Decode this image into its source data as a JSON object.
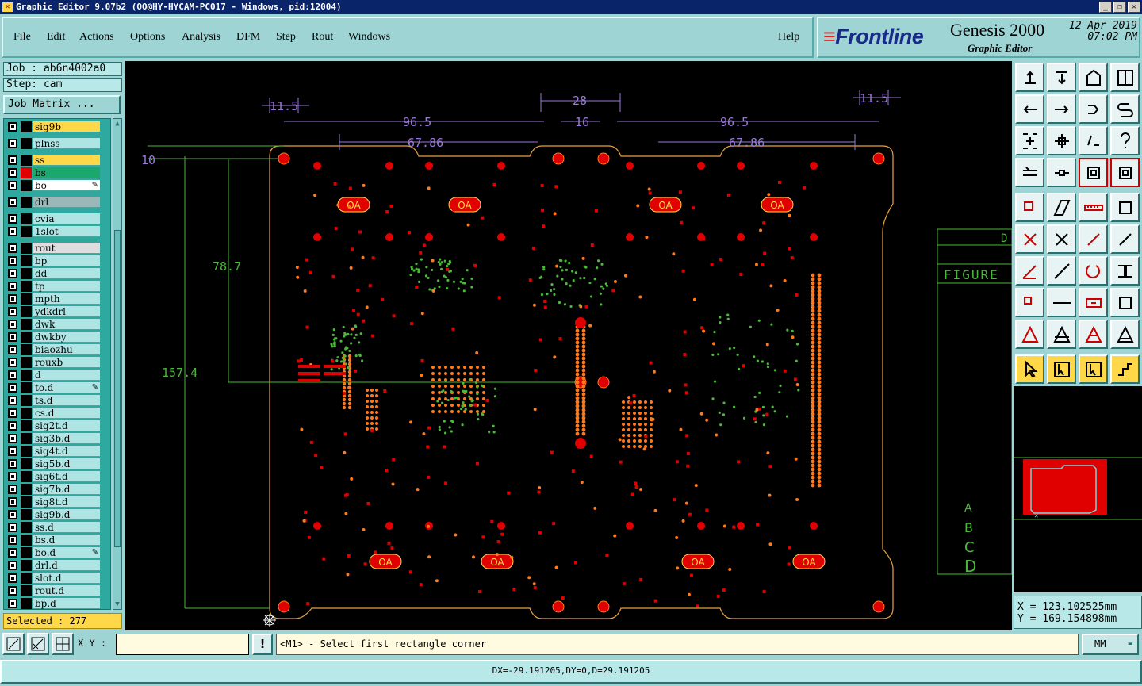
{
  "window": {
    "title": "Graphic Editor 9.07b2 (OO@HY-HYCAM-PC017 - Windows, pid:12004)"
  },
  "menu": [
    {
      "label": "File"
    },
    {
      "label": "Edit"
    },
    {
      "label": "Actions"
    },
    {
      "label": "Options"
    },
    {
      "label": "Analysis"
    },
    {
      "label": "DFM"
    },
    {
      "label": "Step"
    },
    {
      "label": "Rout"
    },
    {
      "label": "Windows"
    },
    {
      "label": "Help"
    }
  ],
  "brand": {
    "logo": "Frontline",
    "product": "Genesis 2000",
    "subtitle": "Graphic Editor",
    "date": "12 Apr 2019",
    "time": "07:02 PM"
  },
  "job": {
    "job_label": "Job : ab6n4002a0",
    "step_label": "Step: cam",
    "matrix_button": "Job Matrix ..."
  },
  "layers": [
    {
      "name": "sig9b",
      "color": "#000000",
      "highlight": "#ffd84a"
    },
    {
      "name": "plnss",
      "color": "#000000",
      "highlight": ""
    },
    {
      "name": "ss",
      "color": "#000000",
      "highlight": "#ffd84a"
    },
    {
      "name": "bs",
      "color": "#e00000",
      "highlight": "#1aa86c"
    },
    {
      "name": "bo",
      "color": "#000000",
      "highlight": "#ffffff",
      "mark": "✎"
    },
    {
      "name": "drl",
      "color": "#000000",
      "highlight": "#9ab8b8"
    },
    {
      "name": "cvia",
      "color": "#000000",
      "highlight": ""
    },
    {
      "name": "1slot",
      "color": "#000000",
      "highlight": ""
    },
    {
      "name": "rout",
      "color": "#000000",
      "highlight": "#dedede"
    },
    {
      "name": "bp",
      "color": "#000000",
      "highlight": ""
    },
    {
      "name": "dd",
      "color": "#000000",
      "highlight": ""
    },
    {
      "name": "tp",
      "color": "#000000",
      "highlight": ""
    },
    {
      "name": "mpth",
      "color": "#000000",
      "highlight": ""
    },
    {
      "name": "ydkdrl",
      "color": "#000000",
      "highlight": ""
    },
    {
      "name": "dwk",
      "color": "#000000",
      "highlight": ""
    },
    {
      "name": "dwkby",
      "color": "#000000",
      "highlight": ""
    },
    {
      "name": "biaozhu",
      "color": "#000000",
      "highlight": ""
    },
    {
      "name": "rouxb",
      "color": "#000000",
      "highlight": ""
    },
    {
      "name": "d",
      "color": "#000000",
      "highlight": ""
    },
    {
      "name": "to.d",
      "color": "#000000",
      "highlight": "",
      "mark": "✎"
    },
    {
      "name": "ts.d",
      "color": "#000000",
      "highlight": ""
    },
    {
      "name": "cs.d",
      "color": "#000000",
      "highlight": ""
    },
    {
      "name": "sig2t.d",
      "color": "#000000",
      "highlight": ""
    },
    {
      "name": "sig3b.d",
      "color": "#000000",
      "highlight": ""
    },
    {
      "name": "sig4t.d",
      "color": "#000000",
      "highlight": ""
    },
    {
      "name": "sig5b.d",
      "color": "#000000",
      "highlight": ""
    },
    {
      "name": "sig6t.d",
      "color": "#000000",
      "highlight": ""
    },
    {
      "name": "sig7b.d",
      "color": "#000000",
      "highlight": ""
    },
    {
      "name": "sig8t.d",
      "color": "#000000",
      "highlight": ""
    },
    {
      "name": "sig9b.d",
      "color": "#000000",
      "highlight": ""
    },
    {
      "name": "ss.d",
      "color": "#000000",
      "highlight": ""
    },
    {
      "name": "bs.d",
      "color": "#000000",
      "highlight": ""
    },
    {
      "name": "bo.d",
      "color": "#000000",
      "highlight": "",
      "mark": "✎"
    },
    {
      "name": "drl.d",
      "color": "#000000",
      "highlight": ""
    },
    {
      "name": "slot.d",
      "color": "#000000",
      "highlight": ""
    },
    {
      "name": "rout.d",
      "color": "#000000",
      "highlight": ""
    },
    {
      "name": "bp.d",
      "color": "#000000",
      "highlight": ""
    }
  ],
  "selected": "Selected : 277",
  "dimensions": {
    "top_left": "11.5",
    "top_right": "11.5",
    "center": "28",
    "left_span": "96.5",
    "right_span": "96.5",
    "mid_gap": "16",
    "left_inner": "67.86",
    "right_inner": "67.86",
    "left_small": "10",
    "vertical_inner": "78.7",
    "vertical_outer": "157.4"
  },
  "figure_table": {
    "header_top": "D",
    "header": "FIGURE",
    "rows": [
      "A",
      "B",
      "C",
      "D"
    ]
  },
  "pads": {
    "label": "OA"
  },
  "coords": {
    "x": "X = 123.102525mm",
    "y": "Y = 169.154898mm"
  },
  "input": {
    "xy_label": "X Y :",
    "xy_value": "",
    "bang": "!",
    "prompt": "<M1> - Select first rectangle corner",
    "units": "MM"
  },
  "status": "DX=-29.191205,DY=0,D=29.191205",
  "colors": {
    "panel": "#9ed4d4",
    "canvas": "#000000",
    "pad_red": "#e00000",
    "pad_orange": "#ff7a1a",
    "dimension": "#9a7ad8",
    "outline": "#e8a040",
    "via_green": "#4ab838",
    "highlight_yellow": "#ffd84a"
  }
}
